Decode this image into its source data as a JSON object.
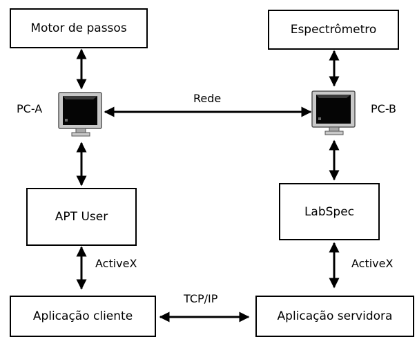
{
  "nodes": {
    "motor": "Motor de passos",
    "espectrometro": "Espectrômetro",
    "apt_user": "APT User",
    "labspec": "LabSpec",
    "cliente": "Aplicação cliente",
    "servidora": "Aplicação servidora"
  },
  "computers": {
    "pc_a": "PC-A",
    "pc_b": "PC-B"
  },
  "links": {
    "rede": "Rede",
    "activex_left": "ActiveX",
    "activex_right": "ActiveX",
    "tcpip": "TCP/IP"
  },
  "icons": [
    "computer-monitor-icon"
  ]
}
